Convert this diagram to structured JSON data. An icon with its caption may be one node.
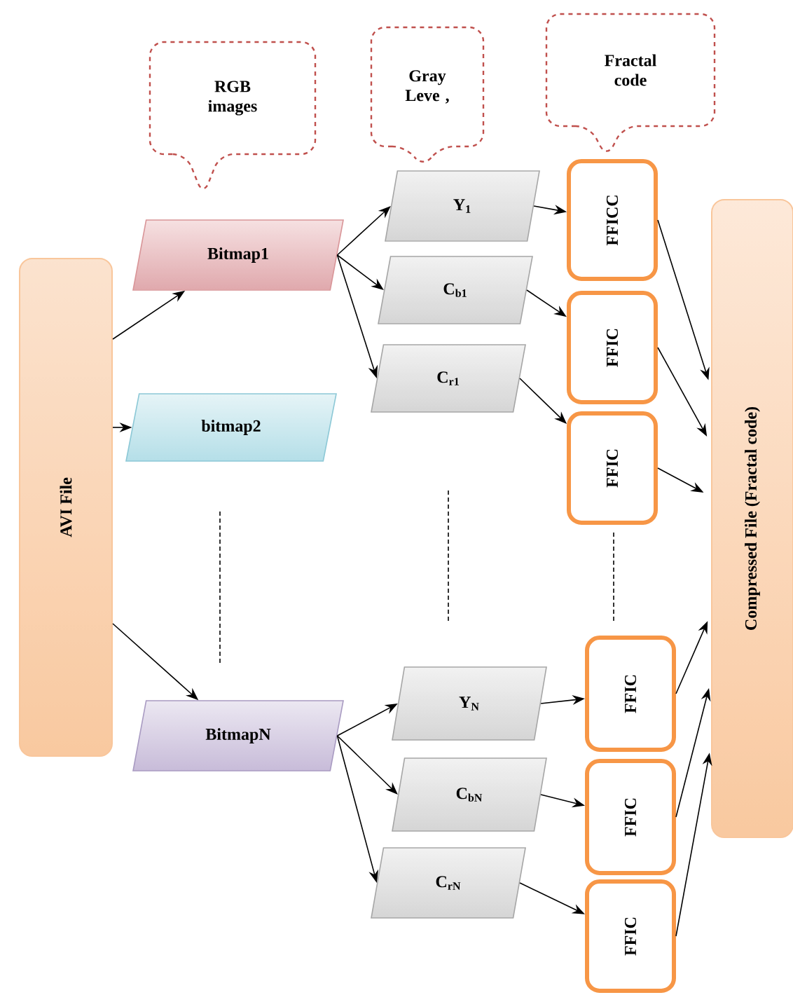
{
  "diagram": {
    "nodes": [
      {
        "text": [
          "RGB images"
        ]
      },
      {
        "text": [
          "Gray Leve ,"
        ]
      },
      {
        "text": [
          "Fractal code"
        ]
      },
      {
        "text": [
          "AVI File"
        ]
      },
      {
        "text": [
          "Bitmap1"
        ]
      },
      {
        "text": [
          "bitmap2"
        ]
      },
      {
        "text": [
          "BitmapN"
        ]
      },
      {
        "text": [
          "Y$_{1}$"
        ]
      },
      {
        "text": [
          "C$_{b1}$"
        ]
      },
      {
        "text": [
          "C$_{r1}$"
        ]
      },
      {
        "text": [
          "Y$_{N}$"
        ]
      },
      {
        "text": [
          "C$_{bN}$"
        ]
      },
      {
        "text": [
          "C$_{rN}$"
        ]
      },
      {
        "text": [
          "FFICC"
        ]
      },
      {
        "text": [
          "FFIC"
        ]
      },
      {
        "text": [
          "FFIC"
        ]
      },
      {
        "text": [
          "FFIC"
        ]
      },
      {
        "text": [
          "FFIC"
        ]
      },
      {
        "text": [
          "FFIC"
        ]
      },
      {
        "text": [
          "Compressed File (Fractal code)"
        ]
      }
    ],
    "edges": [
      {
        "from": 3,
        "to": 4,
        "arrow": "to"
      },
      {
        "from": 3,
        "to": 5,
        "arrow": "to"
      },
      {
        "from": 3,
        "to": 6,
        "arrow": "to"
      },
      {
        "from": 4,
        "to": 7,
        "arrow": "to"
      },
      {
        "from": 4,
        "to": 8,
        "arrow": "to"
      },
      {
        "from": 4,
        "to": 9,
        "arrow": "to"
      },
      {
        "from": 6,
        "to": 10,
        "arrow": "to"
      },
      {
        "from": 6,
        "to": 11,
        "arrow": "to"
      },
      {
        "from": 6,
        "to": 12,
        "arrow": "to"
      },
      {
        "from": 7,
        "to": 13,
        "arrow": "to"
      },
      {
        "from": 8,
        "to": 14,
        "arrow": "to"
      },
      {
        "from": 9,
        "to": 15,
        "arrow": "to"
      },
      {
        "from": 10,
        "to": 16,
        "arrow": "to"
      },
      {
        "from": 11,
        "to": 17,
        "arrow": "to"
      },
      {
        "from": 12,
        "to": 18,
        "arrow": "to"
      },
      {
        "from": 13,
        "to": 19,
        "arrow": "to"
      },
      {
        "from": 14,
        "to": 19,
        "arrow": "to"
      },
      {
        "from": 15,
        "to": 19,
        "arrow": "to"
      },
      {
        "from": 16,
        "to": 19,
        "arrow": "to"
      },
      {
        "from": 17,
        "to": 19,
        "arrow": "to"
      },
      {
        "from": 18,
        "to": 19,
        "arrow": "to"
      }
    ]
  }
}
